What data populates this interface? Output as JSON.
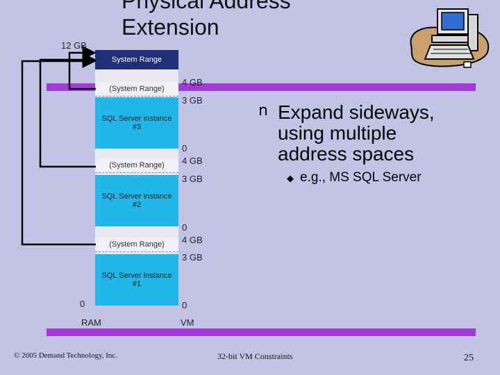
{
  "slide": {
    "title_line1": "Physical Address",
    "title_line2": "Extension",
    "bullet_marker": "n",
    "bullet_text_lines": [
      "Expand sideways,",
      "using multiple",
      "address spaces"
    ],
    "sub_marker": "◆",
    "sub_text": "e.g., MS SQL Server"
  },
  "diagram": {
    "ram_top_label": "12 GB",
    "ram_bottom_label": "0",
    "ram_axis_label": "RAM",
    "vm_axis_label": "VM",
    "blocks": {
      "system_range_top": "System Range",
      "system_range_paren_1": "(System Range)",
      "system_range_paren_2": "(System Range)",
      "system_range_paren_3": "(System Range)",
      "sql3_line1": "SQL Server instance",
      "sql3_line2": "#3",
      "sql2_line1": "SQL Server instance",
      "sql2_line2": "#2",
      "sql1_line1": "SQL Server instance",
      "sql1_line2": "#1"
    },
    "vm_labels": {
      "a_4gb": "4 GB",
      "a_3gb": "3 GB",
      "a_0": "0",
      "b_4gb": "4 GB",
      "b_3gb": "3 GB",
      "b_0": "0",
      "c_4gb": "4 GB",
      "c_3gb": "3 GB",
      "c_0": "0"
    }
  },
  "footer": {
    "copyright": "© 2005 Demand Technology, Inc.",
    "center": "32-bit VM Constraints",
    "page_number": "25"
  },
  "colors": {
    "background": "#c3c3e5",
    "accent_bar": "#a33ad6",
    "sql_block": "#22b7ea",
    "system_range_top": "#1e2f78"
  },
  "icons": [
    "computer-clipart-icon"
  ]
}
